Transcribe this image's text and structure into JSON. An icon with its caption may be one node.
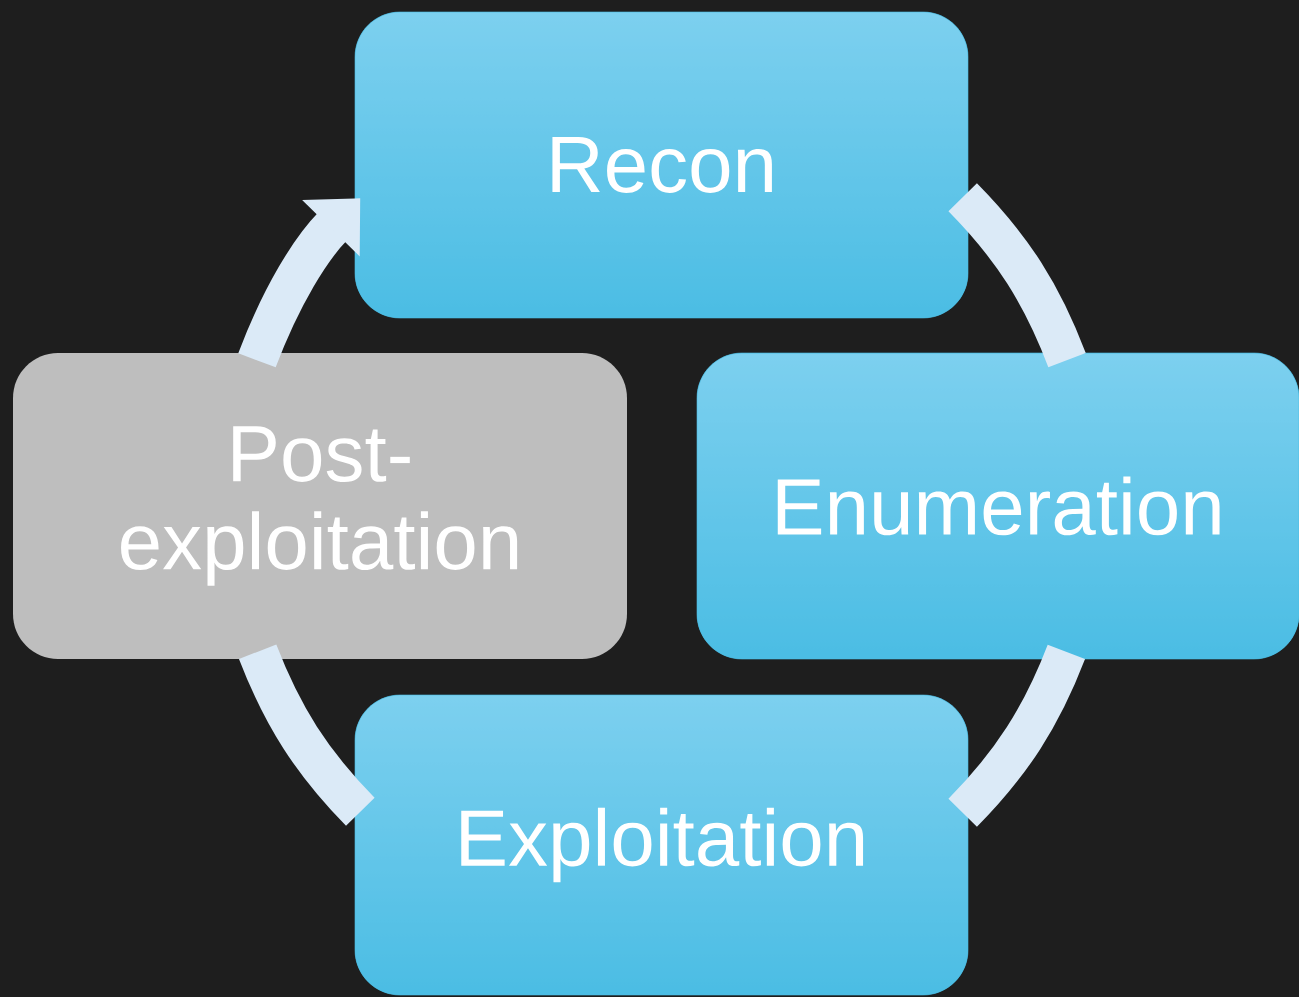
{
  "diagram": {
    "nodes": [
      {
        "text": [
          "Recon"
        ]
      },
      {
        "text": [
          "Enumeration"
        ]
      },
      {
        "text": [
          "Exploitation"
        ]
      },
      {
        "text": [
          "Post-exploitation"
        ]
      }
    ],
    "edges": [
      {
        "from": 0,
        "to": 1,
        "arrow": "none"
      },
      {
        "from": 1,
        "to": 2,
        "arrow": "none"
      },
      {
        "from": 2,
        "to": 3,
        "arrow": "none"
      },
      {
        "from": 3,
        "to": 0,
        "arrow": "to"
      }
    ]
  }
}
